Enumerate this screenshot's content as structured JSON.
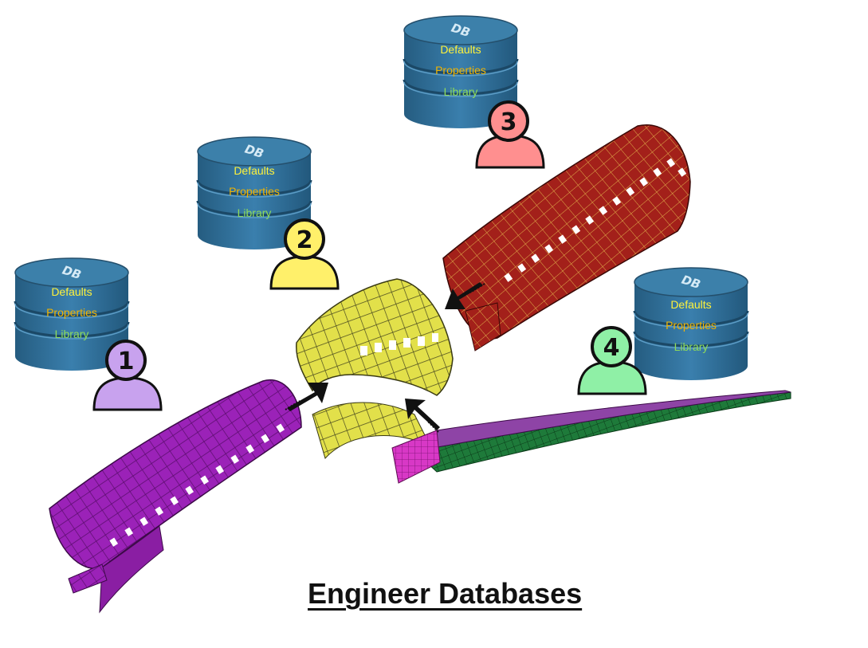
{
  "title": "Engineer Databases",
  "colors": {
    "db_top": "#3c80aa",
    "db_body": "#2e6d96",
    "defaults_text": "#fff23a",
    "properties_text": "#f2b400",
    "library_text": "#8fdc5a",
    "mesh_purple": "#9b22b8",
    "mesh_yellow": "#e2e04a",
    "mesh_red": "#a3201a",
    "mesh_green": "#1e7a3a",
    "mesh_magenta": "#d838c6"
  },
  "databases": [
    {
      "id": "1",
      "db": "DB",
      "defaults": "Defaults",
      "properties": "Properties",
      "library": "Library",
      "badge": "1",
      "badge_color": "#c8a2ee"
    },
    {
      "id": "2",
      "db": "DB",
      "defaults": "Defaults",
      "properties": "Properties",
      "library": "Library",
      "badge": "2",
      "badge_color": "#fff06a"
    },
    {
      "id": "3",
      "db": "DB",
      "defaults": "Defaults",
      "properties": "Properties",
      "library": "Library",
      "badge": "3",
      "badge_color": "#ff8f8f"
    },
    {
      "id": "4",
      "db": "DB",
      "defaults": "Defaults",
      "properties": "Properties",
      "library": "Library",
      "badge": "4",
      "badge_color": "#8ff0a6"
    }
  ]
}
